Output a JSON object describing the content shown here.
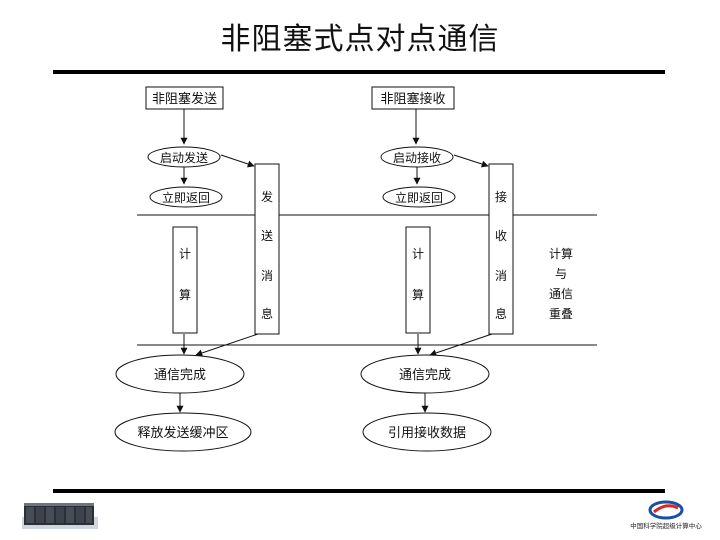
{
  "title": "非阻塞式点对点通信",
  "left": {
    "top_box": "非阻塞发送",
    "start": "启动发送",
    "return": "立即返回",
    "compute": [
      "计",
      "算"
    ],
    "message": [
      "发",
      "送",
      "消",
      "息"
    ],
    "complete": "通信完成",
    "final": "释放发送缓冲区"
  },
  "right": {
    "top_box": "非阻塞接收",
    "start": "启动接收",
    "return": "立即返回",
    "compute": [
      "计",
      "算"
    ],
    "message": [
      "接",
      "收",
      "消",
      "息"
    ],
    "complete": "通信完成",
    "final": "引用接收数据"
  },
  "overlap_note": [
    "计算",
    "与",
    "通信",
    "重叠"
  ],
  "footer": {
    "logo_text": "中国科学院超级计算中心"
  }
}
